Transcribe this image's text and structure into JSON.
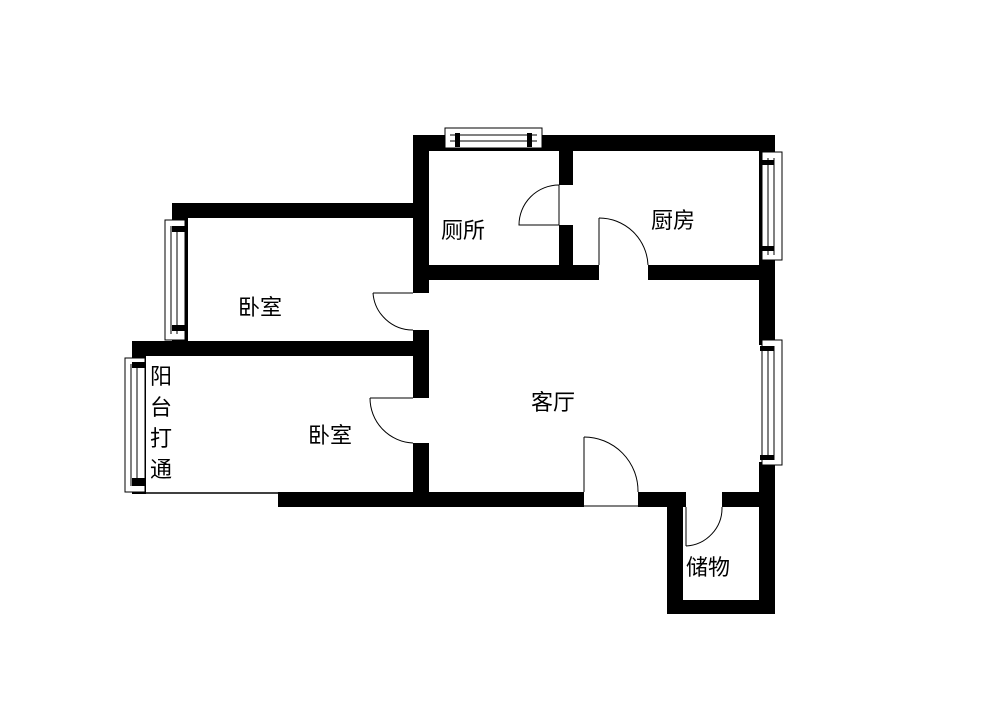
{
  "rooms": {
    "bathroom": "厕所",
    "kitchen": "厨房",
    "bedroom_north": "卧室",
    "bedroom_south": "卧室",
    "living_room": "客厅",
    "storage": "储物",
    "balcony": [
      "阳",
      "台",
      "打",
      "通"
    ]
  },
  "colors": {
    "wall": "#000000",
    "background": "#ffffff"
  }
}
